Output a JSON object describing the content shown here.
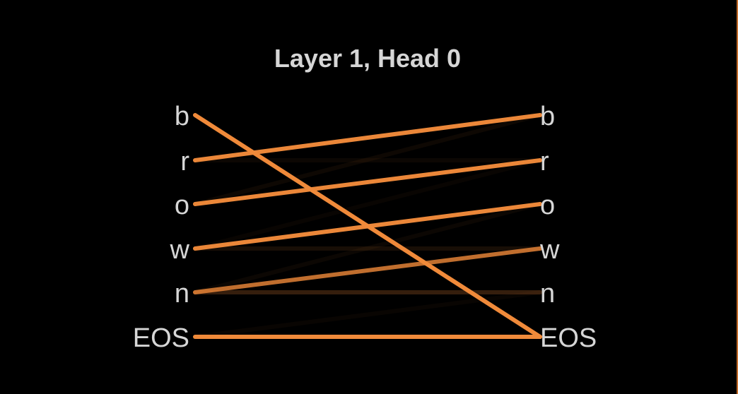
{
  "title": "Layer 1, Head 0",
  "colors": {
    "background": "#000000",
    "text": "#d6d6d6",
    "attention": "#f08a3a"
  },
  "left_tokens": [
    "b",
    "r",
    "o",
    "w",
    "n",
    "EOS"
  ],
  "right_tokens": [
    "b",
    "r",
    "o",
    "w",
    "n",
    "EOS"
  ],
  "edges": [
    {
      "from": "b",
      "to": "EOS",
      "weight": 1.0
    },
    {
      "from": "r",
      "to": "b",
      "weight": 0.98
    },
    {
      "from": "r",
      "to": "r",
      "weight": 0.05
    },
    {
      "from": "o",
      "to": "r",
      "weight": 0.98
    },
    {
      "from": "o",
      "to": "b",
      "weight": 0.06
    },
    {
      "from": "w",
      "to": "o",
      "weight": 0.98
    },
    {
      "from": "w",
      "to": "w",
      "weight": 0.1
    },
    {
      "from": "w",
      "to": "r",
      "weight": 0.04
    },
    {
      "from": "n",
      "to": "w",
      "weight": 0.8
    },
    {
      "from": "n",
      "to": "n",
      "weight": 0.22
    },
    {
      "from": "n",
      "to": "o",
      "weight": 0.05
    },
    {
      "from": "EOS",
      "to": "EOS",
      "weight": 1.0
    },
    {
      "from": "EOS",
      "to": "n",
      "weight": 0.04
    }
  ]
}
